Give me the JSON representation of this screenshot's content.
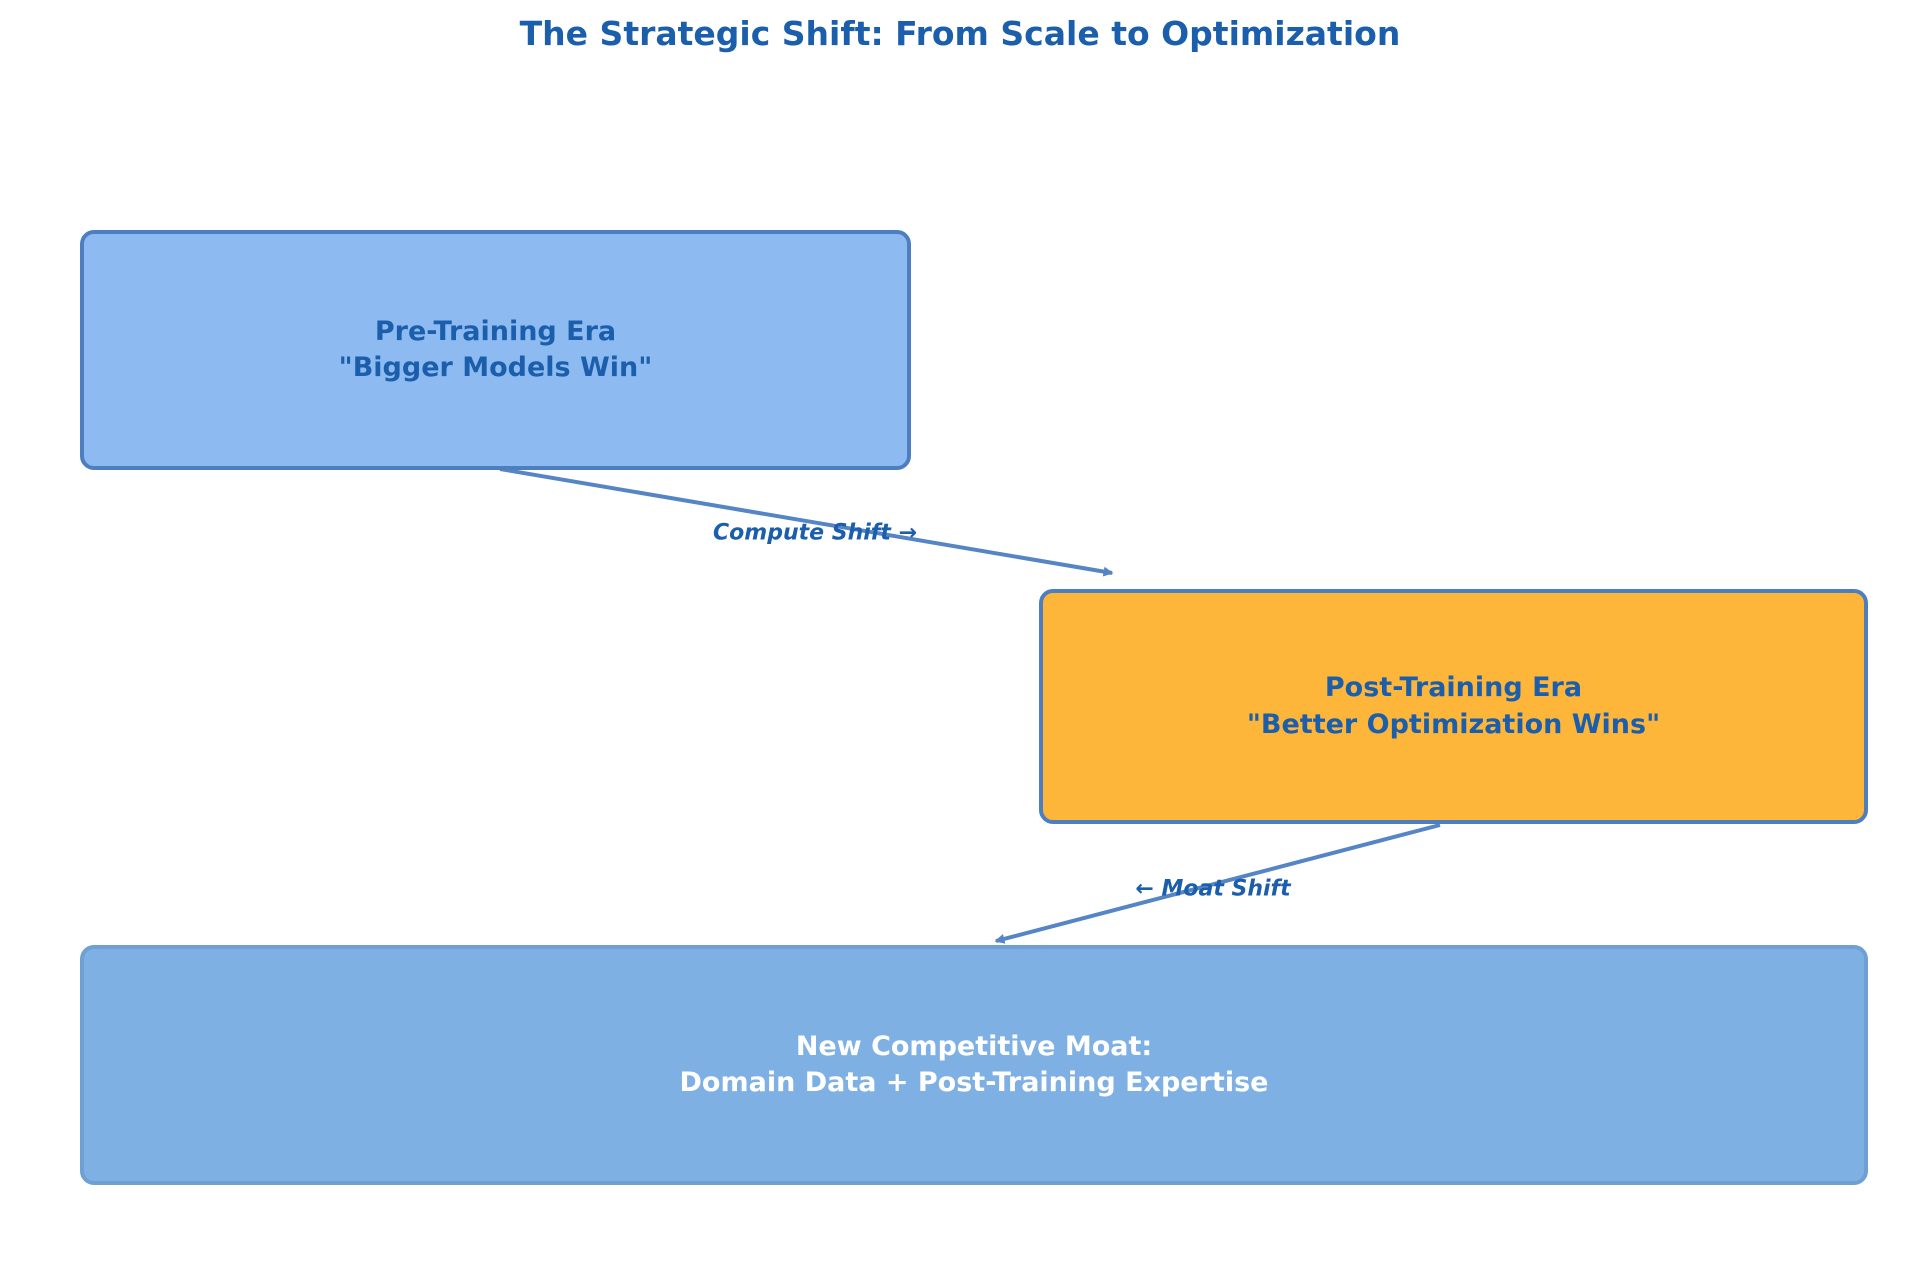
{
  "title": "The Strategic Shift: From Scale to Optimization",
  "boxes": {
    "pre_training": {
      "line1": "Pre-Training Era",
      "line2": "\"Bigger Models Win\""
    },
    "post_training": {
      "line1": "Post-Training Era",
      "line2": "\"Better Optimization Wins\""
    },
    "moat": {
      "line1": "New Competitive Moat:",
      "line2": "Domain Data + Post-Training Expertise"
    }
  },
  "arrows": {
    "compute_shift_label": "Compute Shift →",
    "moat_shift_label": "← Moat Shift"
  },
  "colors": {
    "title_text": "#1b5eac",
    "box_text": "#1b5eac",
    "box_border": "#4d7fc0",
    "pre_box_fill": "#8dbbf1",
    "post_box_fill": "#fdb53a",
    "moat_box_fill": "#7eb0e4",
    "moat_box_border": "#6ea0d4",
    "moat_box_text": "#ffffff",
    "arrow": "#5585c5"
  }
}
